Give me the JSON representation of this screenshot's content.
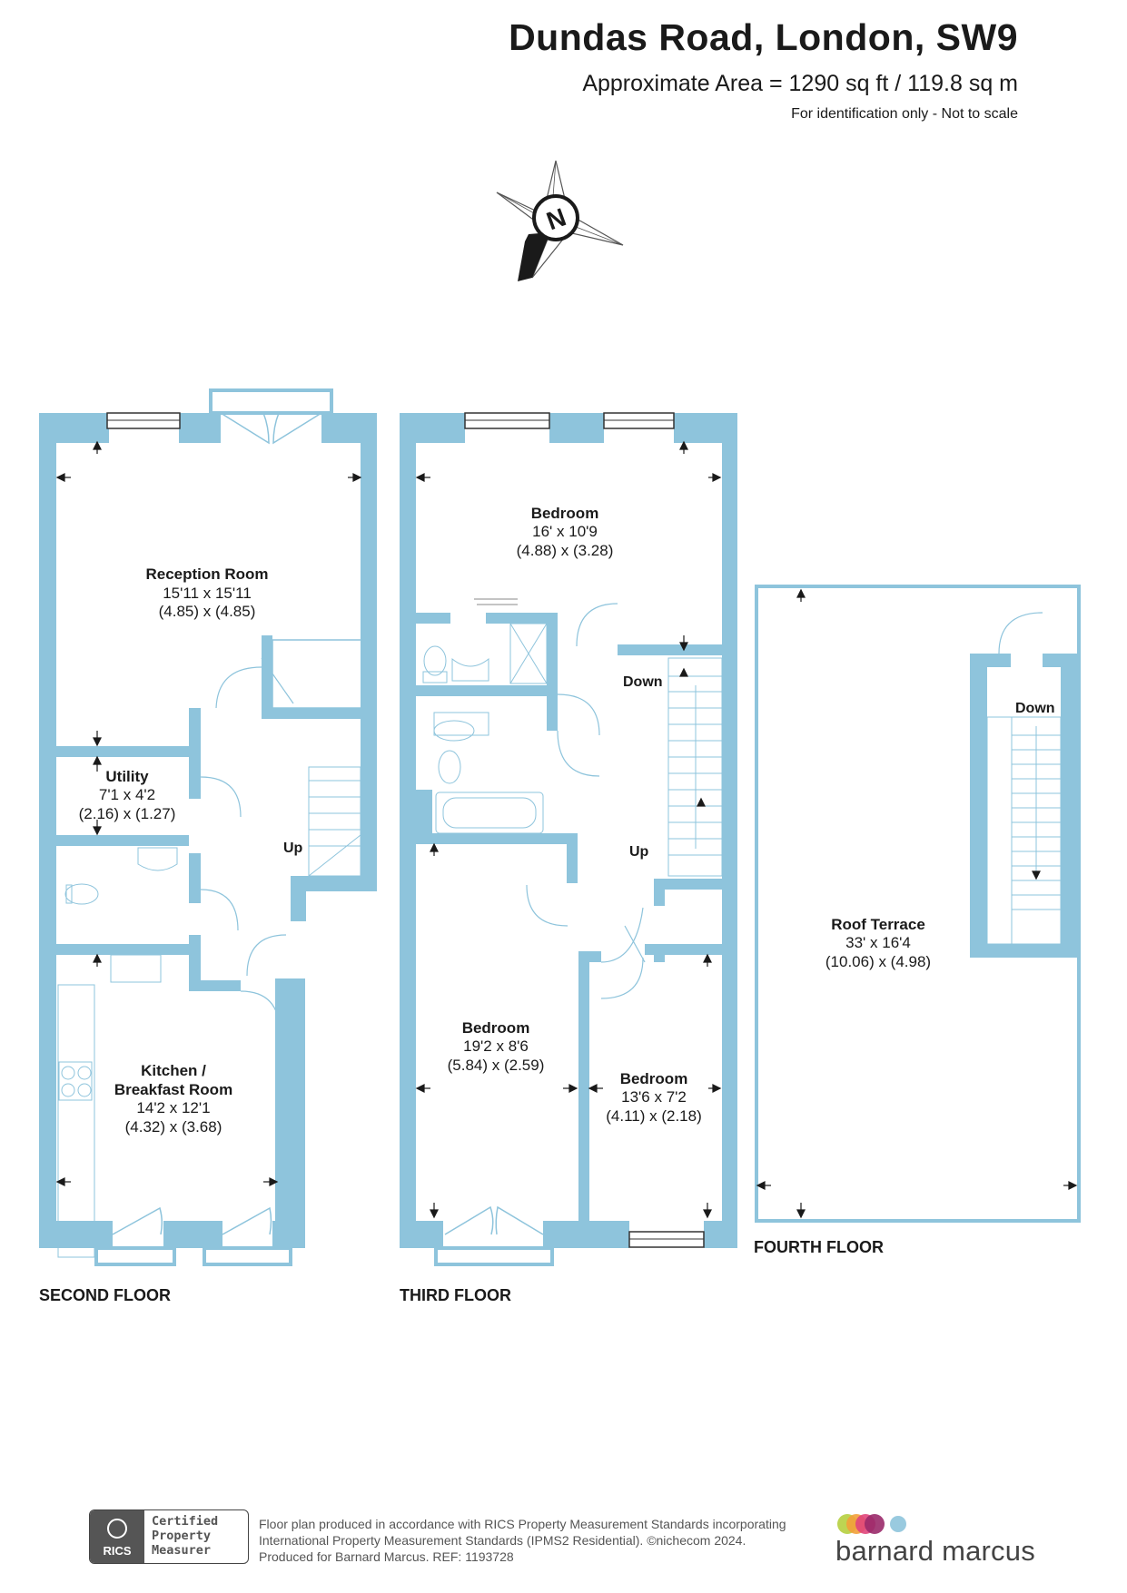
{
  "header": {
    "title": "Dundas Road, London, SW9",
    "area": "Approximate Area = 1290 sq ft / 119.8 sq m",
    "note": "For identification only - Not to scale"
  },
  "compass": {
    "label": "N",
    "icon": "north-compass-icon"
  },
  "floors": {
    "second": "SECOND FLOOR",
    "third": "THIRD FLOOR",
    "fourth": "FOURTH FLOOR"
  },
  "rooms": {
    "reception": {
      "name": "Reception Room",
      "imperial": "15'11 x 15'11",
      "metric": "(4.85) x (4.85)"
    },
    "utility": {
      "name": "Utility",
      "imperial": "7'1 x 4'2",
      "metric": "(2.16) x (1.27)"
    },
    "kitchen": {
      "name1": "Kitchen /",
      "name2": "Breakfast Room",
      "imperial": "14'2 x 12'1",
      "metric": "(4.32) x (3.68)"
    },
    "bedroom_top": {
      "name": "Bedroom",
      "imperial": "16' x 10'9",
      "metric": "(4.88) x (3.28)"
    },
    "bedroom_left": {
      "name": "Bedroom",
      "imperial": "19'2 x 8'6",
      "metric": "(5.84) x (2.59)"
    },
    "bedroom_right": {
      "name": "Bedroom",
      "imperial": "13'6 x 7'2",
      "metric": "(4.11) x (2.18)"
    },
    "roof_terrace": {
      "name": "Roof Terrace",
      "imperial": "33' x 16'4",
      "metric": "(10.06) x (4.98)"
    }
  },
  "stairs": {
    "second_up": "Up",
    "third_down": "Down",
    "third_up": "Up",
    "fourth_down": "Down"
  },
  "footer": {
    "line1": "Floor plan produced in accordance with RICS Property Measurement Standards incorporating",
    "line2": "International Property Measurement Standards (IPMS2 Residential).  ©nichecom 2024.",
    "line3": "Produced for Barnard Marcus.    REF:  1193728",
    "rics_label": "RICS",
    "certified_1": "Certified",
    "certified_2": "Property",
    "certified_3": "Measurer",
    "brand": "barnard marcus"
  },
  "colors": {
    "wall": "#8ec4dc",
    "ink": "#1a1a1a",
    "brand_dots": [
      "#b6cf3f",
      "#f2a03a",
      "#e0457b",
      "#9a2a6a",
      "#8ec4dc"
    ]
  }
}
